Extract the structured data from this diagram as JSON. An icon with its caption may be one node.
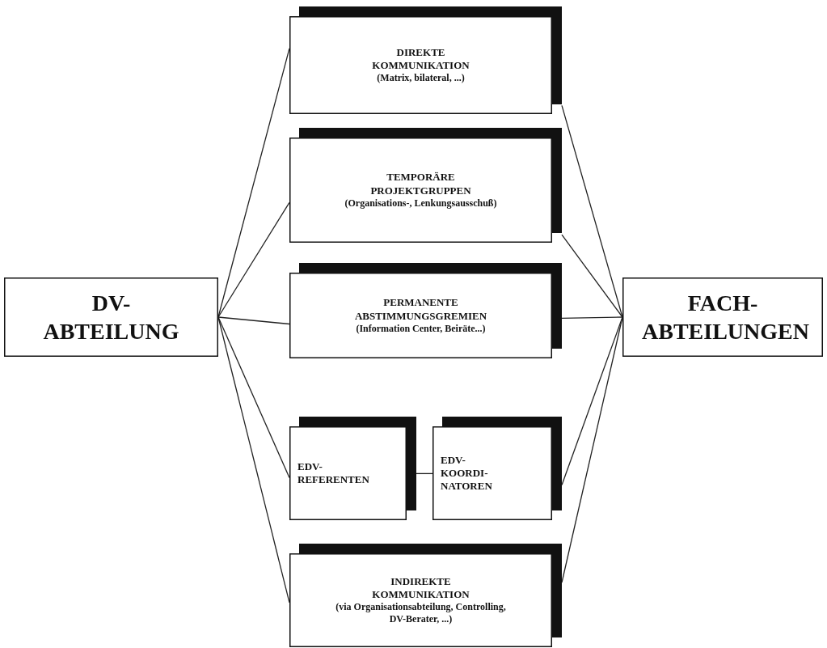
{
  "diagram": {
    "nodes": [
      {
        "text": [
          "DV- ABTEILUNG"
        ]
      },
      {
        "text": [
          "DIREKTE KOMMUNIKATION",
          "(Matrix, bilateral, ...)"
        ]
      },
      {
        "text": [
          "TEMPORÄRE PROJEKTGRUPPEN",
          "(Organisations-, Lenkungsausschuß)"
        ]
      },
      {
        "text": [
          "PERMANENTE ABSTIMMUNGSGREMIEN",
          "(Information Center, Beiräte...)"
        ]
      },
      {
        "text": [
          "EDV- REFERENTEN"
        ]
      },
      {
        "text": [
          "EDV- KOORDI- NATOREN"
        ]
      },
      {
        "text": [
          "INDIREKTE KOMMUNIKATION",
          "(via Organisationsabteilung, Controlling, DV-Berater, ...)"
        ]
      },
      {
        "text": [
          "FACH- ABTEILUNGEN"
        ]
      }
    ],
    "edges": [
      {
        "from": 0,
        "to": 1,
        "arrow": "none"
      },
      {
        "from": 0,
        "to": 2,
        "arrow": "none"
      },
      {
        "from": 0,
        "to": 3,
        "arrow": "none"
      },
      {
        "from": 0,
        "to": 4,
        "arrow": "none"
      },
      {
        "from": 0,
        "to": 6,
        "arrow": "none"
      },
      {
        "from": 4,
        "to": 5,
        "arrow": "none"
      },
      {
        "from": 1,
        "to": 7,
        "arrow": "none"
      },
      {
        "from": 2,
        "to": 7,
        "arrow": "none"
      },
      {
        "from": 3,
        "to": 7,
        "arrow": "none"
      },
      {
        "from": 5,
        "to": 7,
        "arrow": "none"
      },
      {
        "from": 6,
        "to": 7,
        "arrow": "none"
      }
    ]
  }
}
